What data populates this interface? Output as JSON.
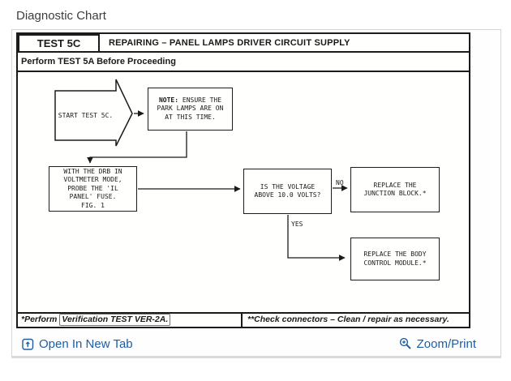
{
  "page": {
    "title": "Diagnostic Chart"
  },
  "chart": {
    "header": {
      "test_label": "TEST 5C",
      "title": "REPAIRING – PANEL LAMPS DRIVER CIRCUIT SUPPLY",
      "subtitle": "Perform TEST 5A Before Proceeding"
    },
    "nodes": {
      "start": "START TEST 5C.",
      "note_label": "NOTE:",
      "note_text": "ENSURE THE PARK LAMPS ARE ON AT THIS TIME.",
      "probe": "WITH THE DRB IN\nVOLTMETER MODE,\nPROBE THE 'IL\nPANEL' FUSE.\nFIG. 1",
      "voltage_question": "IS THE VOLTAGE\nABOVE 10.0 VOLTS?",
      "replace_junction": "REPLACE THE\nJUNCTION BLOCK.*",
      "replace_bcm": "REPLACE THE BODY\nCONTROL MODULE.*"
    },
    "branches": {
      "no": "NO",
      "yes": "YES"
    },
    "footnotes": {
      "left_prefix": "*Perform",
      "left_highlight": "Verification TEST VER-2A.",
      "right": "**Check connectors – Clean / repair as necessary."
    }
  },
  "toolbar": {
    "open_in_new_tab": "Open In New Tab",
    "zoom_print": "Zoom/Print"
  },
  "colors": {
    "link": "#1d5da6",
    "highlight_box": "#5a6fd0"
  }
}
